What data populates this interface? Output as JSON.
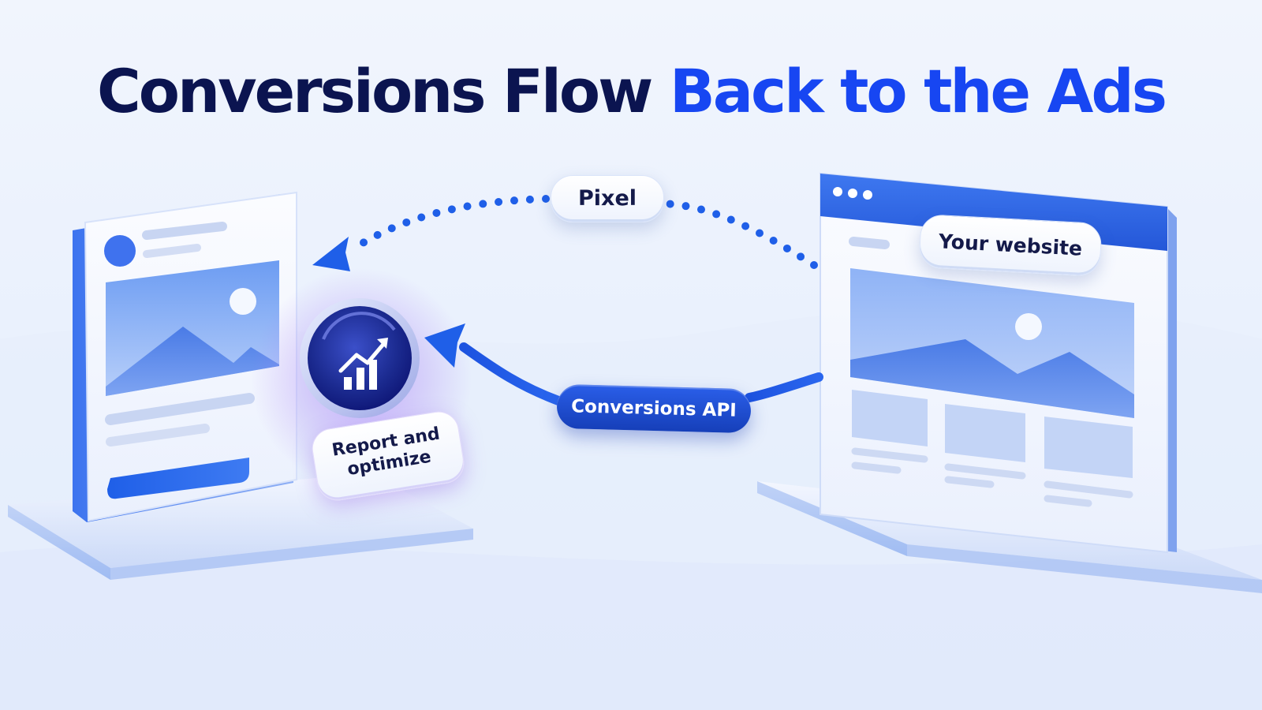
{
  "title": {
    "main": "Conversions Flow",
    "accent": "Back to the Ads"
  },
  "labels": {
    "pixel": "Pixel",
    "your_website": "Your website",
    "conversions_api": "Conversions API",
    "report_line1": "Report and",
    "report_line2": "optimize"
  },
  "icons": {
    "ad_card": "ad-card-icon",
    "website": "browser-window-icon",
    "report": "growth-chart-icon",
    "pixel_arrow": "dotted-arrow-icon",
    "api_arrow": "solid-arrow-icon"
  },
  "colors": {
    "title_dark": "#0b1450",
    "title_accent": "#1746f2",
    "primary_blue": "#1f5fe8",
    "dark_blue": "#163fb9",
    "glow_purple": "#a87cf5",
    "background": "#eaf1fd"
  }
}
